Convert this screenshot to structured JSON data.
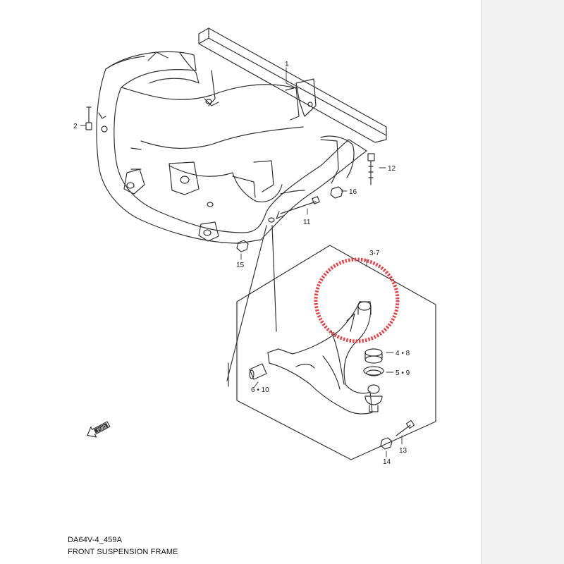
{
  "drawing": {
    "code": "DA64V-4_459A",
    "title": "FRONT SUSPENSION FRAME",
    "direction_label": "FWD"
  },
  "callouts": [
    {
      "id": "1",
      "label": "1"
    },
    {
      "id": "2",
      "label": "2"
    },
    {
      "id": "3-7",
      "label": "3-7"
    },
    {
      "id": "4-8",
      "label": "4 • 8"
    },
    {
      "id": "5-9",
      "label": "5 • 9"
    },
    {
      "id": "6-10",
      "label": "6 • 10"
    },
    {
      "id": "11",
      "label": "11"
    },
    {
      "id": "12",
      "label": "12"
    },
    {
      "id": "13",
      "label": "13"
    },
    {
      "id": "14",
      "label": "14"
    },
    {
      "id": "15",
      "label": "15"
    },
    {
      "id": "16",
      "label": "16"
    }
  ],
  "highlight": {
    "color": "#e0474c",
    "target": "3-7"
  },
  "colors": {
    "line": "#333333",
    "background": "#ffffff"
  }
}
